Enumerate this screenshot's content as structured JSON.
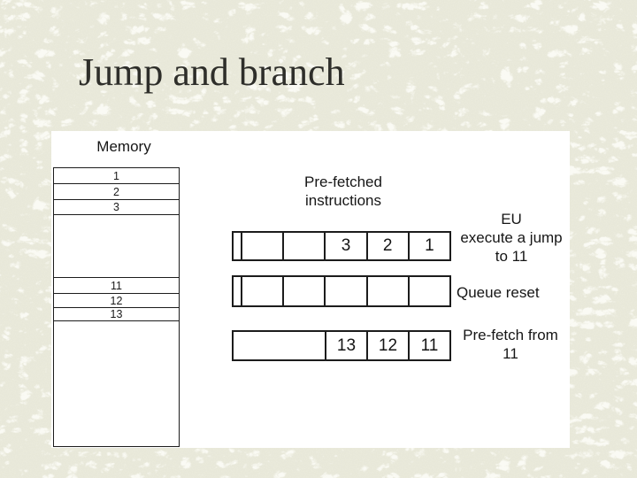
{
  "title": "Jump and branch",
  "colors": {
    "background": "#e7e7d8",
    "texture_fiber": "#f8f8ec",
    "panel": "#ffffff",
    "line": "#1c1c1c",
    "text": "#161616"
  },
  "memory": {
    "label": "Memory",
    "rows": [
      "1",
      "2",
      "3",
      "",
      "11",
      "12",
      "13"
    ]
  },
  "caption": {
    "line1": "Pre-fetched",
    "line2": "instructions"
  },
  "queues": {
    "row1": {
      "cells": [
        "",
        "",
        "",
        "3",
        "2",
        "1"
      ]
    },
    "row2": {
      "cells": [
        "",
        "",
        "",
        "",
        "",
        ""
      ]
    },
    "row3": {
      "cells": [
        "",
        "13",
        "12",
        "11"
      ]
    }
  },
  "annotations": {
    "eu": {
      "line1": "EU",
      "line2": "execute a jump",
      "line3": "to 11"
    },
    "reset": {
      "line1": "Queue reset"
    },
    "prefetch": {
      "line1": "Pre-fetch from",
      "line2": "11"
    }
  }
}
